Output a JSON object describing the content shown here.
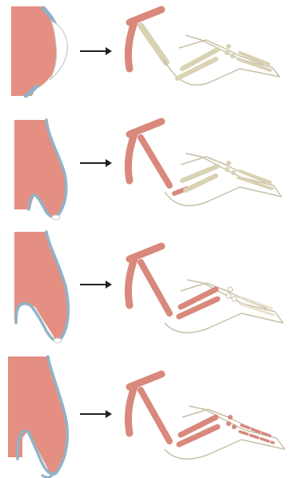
{
  "figure": {
    "panels": [
      {
        "id": "stage-1",
        "fused_bones": 0
      },
      {
        "id": "stage-2",
        "fused_bones": 1
      },
      {
        "id": "stage-3",
        "fused_bones": 2
      },
      {
        "id": "stage-4",
        "fused_bones": 2
      }
    ]
  },
  "colors": {
    "tissue": "#e58f82",
    "ectoderm": "#8fb3c9",
    "bud_tip": "#ffffff",
    "arrow": "#222222",
    "outline": "#c8bfa6",
    "bone_pale": "#d9d2b3",
    "bone_pink": "#d9887c"
  }
}
